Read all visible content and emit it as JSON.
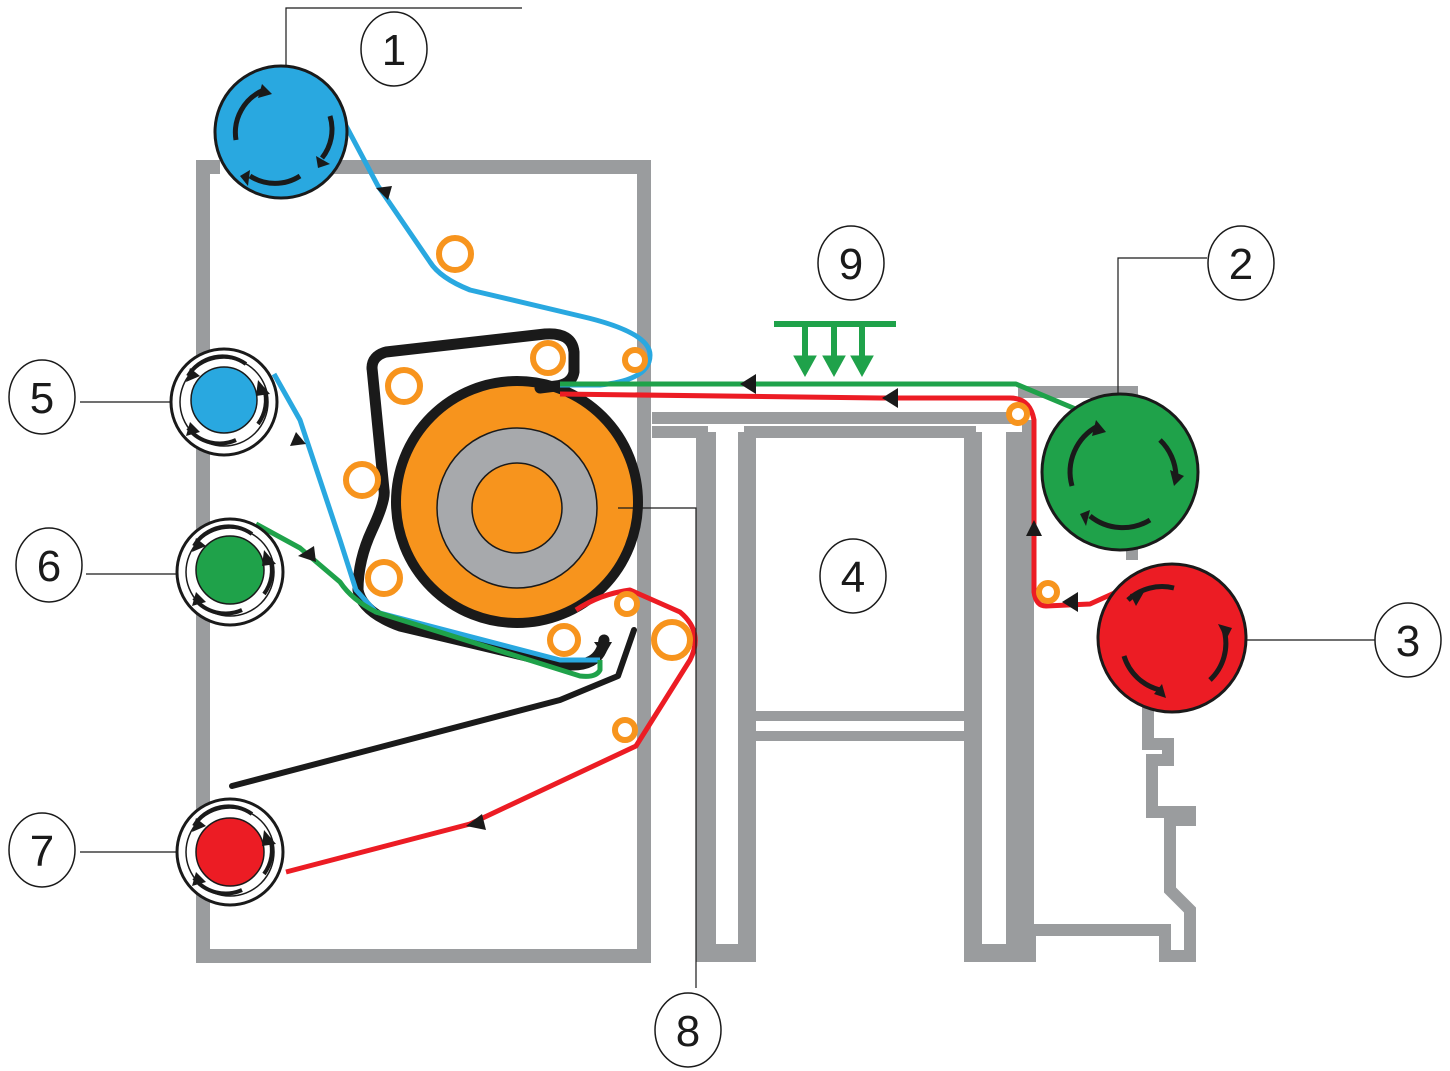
{
  "diagram": {
    "colors": {
      "frame": "#9a9c9e",
      "blue": "#29a8e0",
      "green": "#1fa24a",
      "red": "#ec1c24",
      "orange": "#f7941d",
      "gray": "#a7a9ac",
      "black": "#1a1a1a"
    },
    "callouts": {
      "c1": "1",
      "c2": "2",
      "c3": "3",
      "c4": "4",
      "c5": "5",
      "c6": "6",
      "c7": "7",
      "c8": "8",
      "c9": "9"
    }
  }
}
